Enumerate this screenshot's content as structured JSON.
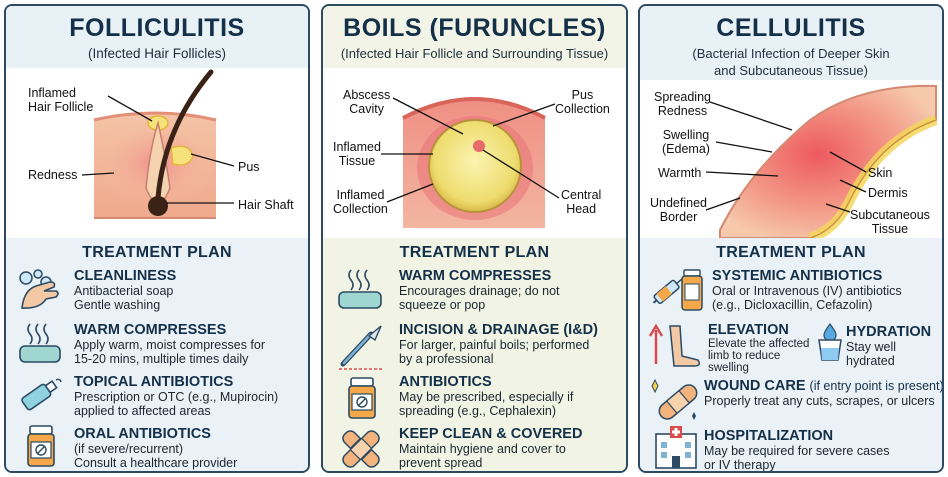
{
  "panels": [
    {
      "title": "FOLLICULITIS",
      "subtitle": "(Infected Hair Follicles)",
      "labels": {
        "inflamed_follicle_1": "Inflamed",
        "inflamed_follicle_2": "Hair Follicle",
        "redness": "Redness",
        "pus": "Pus",
        "hair_shaft": "Hair Shaft"
      },
      "treatment_heading": "TREATMENT PLAN",
      "items": [
        {
          "title": "CLEANLINESS",
          "desc": [
            "Antibacterial soap",
            "Gentle washing"
          ],
          "icon": "handwash-icon"
        },
        {
          "title": "WARM COMPRESSES",
          "desc": [
            "Apply warm, moist compresses for",
            "15-20 mins, multiple times daily"
          ],
          "icon": "warm-compress-icon"
        },
        {
          "title": "TOPICAL ANTIBIOTICS",
          "desc": [
            "Prescription or OTC (e.g., Mupirocin)",
            "applied to affected areas"
          ],
          "icon": "ointment-tube-icon"
        },
        {
          "title": "ORAL ANTIBIOTICS",
          "desc": [
            "(if severe/recurrent)",
            "Consult a healthcare provider"
          ],
          "icon": "pill-bottle-icon"
        }
      ]
    },
    {
      "title": "BOILS (FURUNCLES)",
      "subtitle": "(Infected Hair Follicle and Surrounding Tissue)",
      "labels": {
        "abscess_1": "Abscess",
        "abscess_2": "Cavity",
        "pus_1": "Pus",
        "pus_2": "Collection",
        "inflamed_tissue_1": "Inflamed",
        "inflamed_tissue_2": "Tissue",
        "inflamed_collection_1": "Inflamed",
        "inflamed_collection_2": "Collection",
        "central_1": "Central",
        "central_2": "Head"
      },
      "treatment_heading": "TREATMENT PLAN",
      "items": [
        {
          "title": "WARM COMPRESSES",
          "desc": [
            "Encourages drainage; do not",
            "squeeze or pop"
          ],
          "icon": "warm-compress-icon"
        },
        {
          "title": "INCISION & DRAINAGE (I&D)",
          "desc": [
            "For larger, painful boils; performed",
            "by a professional"
          ],
          "icon": "scalpel-icon"
        },
        {
          "title": "ANTIBIOTICS",
          "desc": [
            "May be prescribed, especially if",
            "spreading (e.g., Cephalexin)"
          ],
          "icon": "pill-bottle-icon"
        },
        {
          "title": "KEEP CLEAN & COVERED",
          "desc": [
            "Maintain hygiene and cover to",
            "prevent spread"
          ],
          "icon": "bandage-icon"
        }
      ]
    },
    {
      "title": "CELLULITIS",
      "subtitle_1": "(Bacterial Infection of Deeper Skin",
      "subtitle_2": "and Subcutaneous Tissue)",
      "labels": {
        "spreading_1": "Spreading",
        "spreading_2": "Redness",
        "swelling_1": "Swelling",
        "swelling_2": "(Edema)",
        "warmth": "Warmth",
        "undefined_1": "Undefined",
        "undefined_2": "Border",
        "skin": "Skin",
        "dermis": "Dermis",
        "subcut_1": "Subcutaneous",
        "subcut_2": "Tissue"
      },
      "treatment_heading": "TREATMENT PLAN",
      "items": [
        {
          "title": "SYSTEMIC ANTIBIOTICS",
          "desc": [
            "Oral or Intravenous (IV) antibiotics",
            "(e.g., Dicloxacillin, Cefazolin)"
          ],
          "icon": "iv-antibiotics-icon"
        },
        {
          "title": "ELEVATION",
          "desc": [
            "Elevate the affected",
            "limb to reduce",
            "swelling"
          ],
          "icon": "leg-elevation-icon"
        },
        {
          "title": "HYDRATION",
          "desc": [
            "Stay well",
            "hydrated"
          ],
          "icon": "water-glass-icon"
        },
        {
          "title": "WOUND CARE",
          "note": "(if entry point is present)",
          "desc": [
            "Properly treat any cuts, scrapes, or ulcers"
          ],
          "icon": "bandage-icon"
        },
        {
          "title": "HOSPITALIZATION",
          "desc": [
            "May be required for severe cases",
            "or IV therapy"
          ],
          "icon": "hospital-icon"
        }
      ]
    }
  ]
}
